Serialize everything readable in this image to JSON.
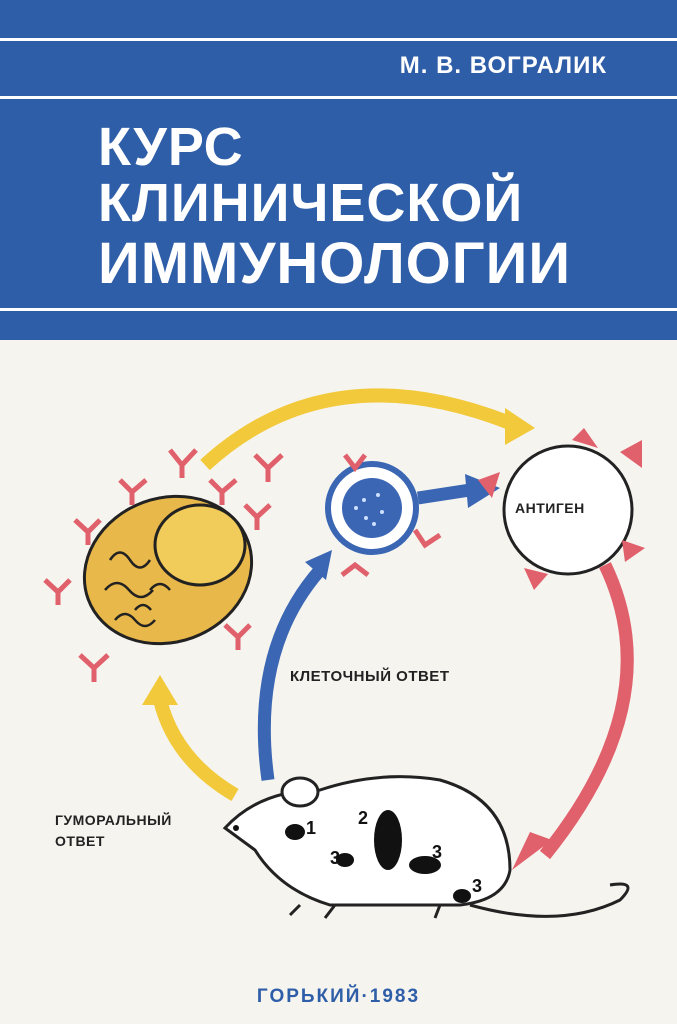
{
  "cover": {
    "author": "М. В. ВОГРАЛИК",
    "title_lines": [
      "КУРС",
      "КЛИНИЧЕСКОЙ",
      "ИММУНОЛОГИИ"
    ],
    "labels": {
      "antigen": "АНТИГЕН",
      "cellular": "КЛЕТОЧНЫЙ ОТВЕТ",
      "humoral_line1": "ГУМОРАЛЬНЫЙ",
      "humoral_line2": "ОТВЕТ"
    },
    "numbers": [
      "1",
      "2",
      "3",
      "3",
      "3"
    ],
    "footer": "ГОРЬКИЙ·1983"
  },
  "colors": {
    "band": "#2f5ea8",
    "yellow": "#f2c93a",
    "red": "#e0606c",
    "blue": "#3a66b3",
    "cell": "#e8b84a"
  }
}
